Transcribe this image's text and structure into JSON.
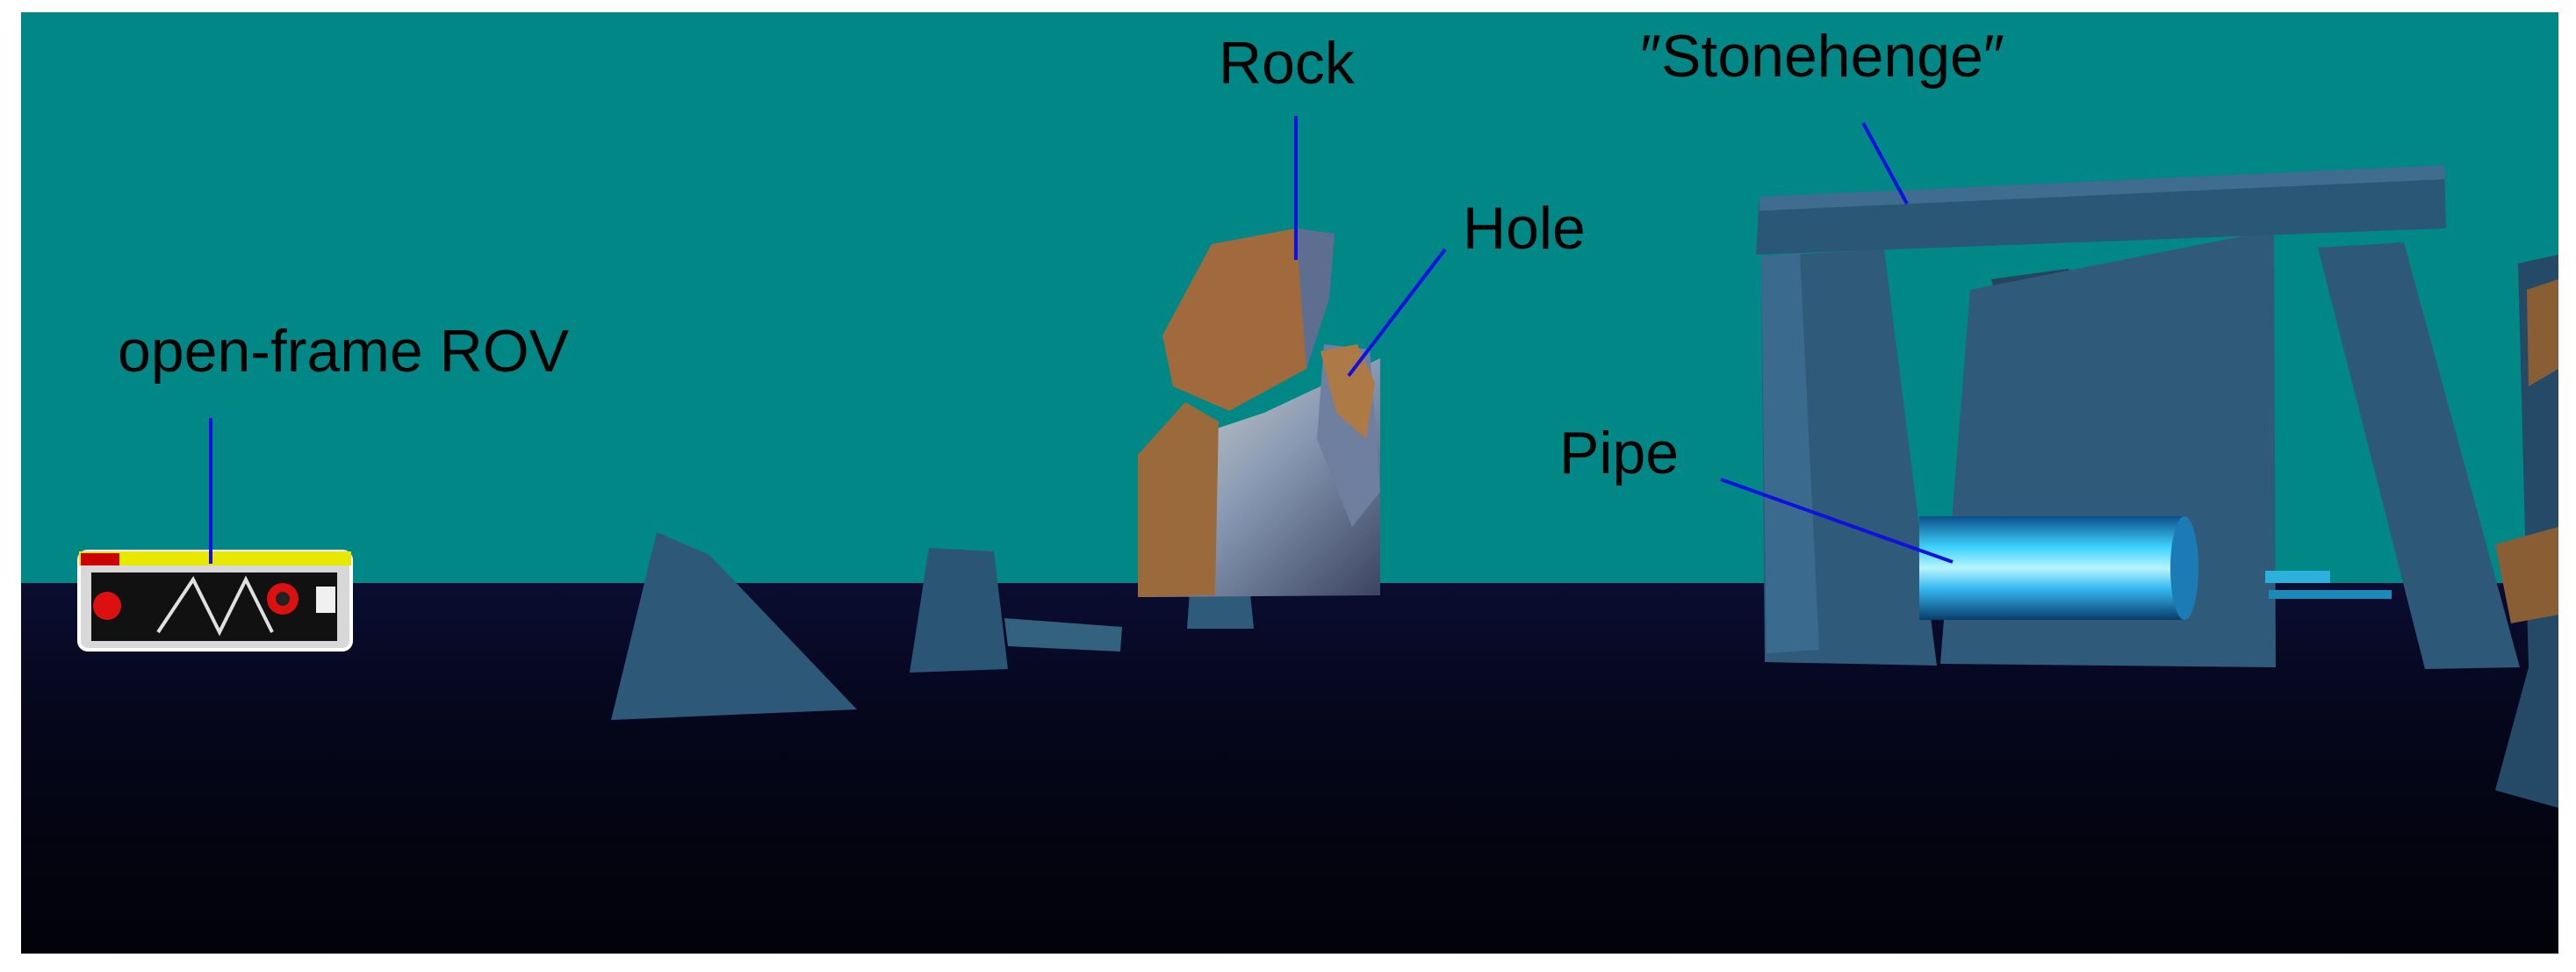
{
  "labels": {
    "rov": "open-frame ROV",
    "rock": "Rock",
    "hole": "Hole",
    "stonehenge": "″Stonehenge″",
    "pipe": "Pipe"
  },
  "colors": {
    "water": "#018786",
    "seabed": "#05061a",
    "stone": "#2f5a7a",
    "rock_brown": "#9a6a3a",
    "pipe": "#33c8f0",
    "leader_line": "#1010e0"
  }
}
